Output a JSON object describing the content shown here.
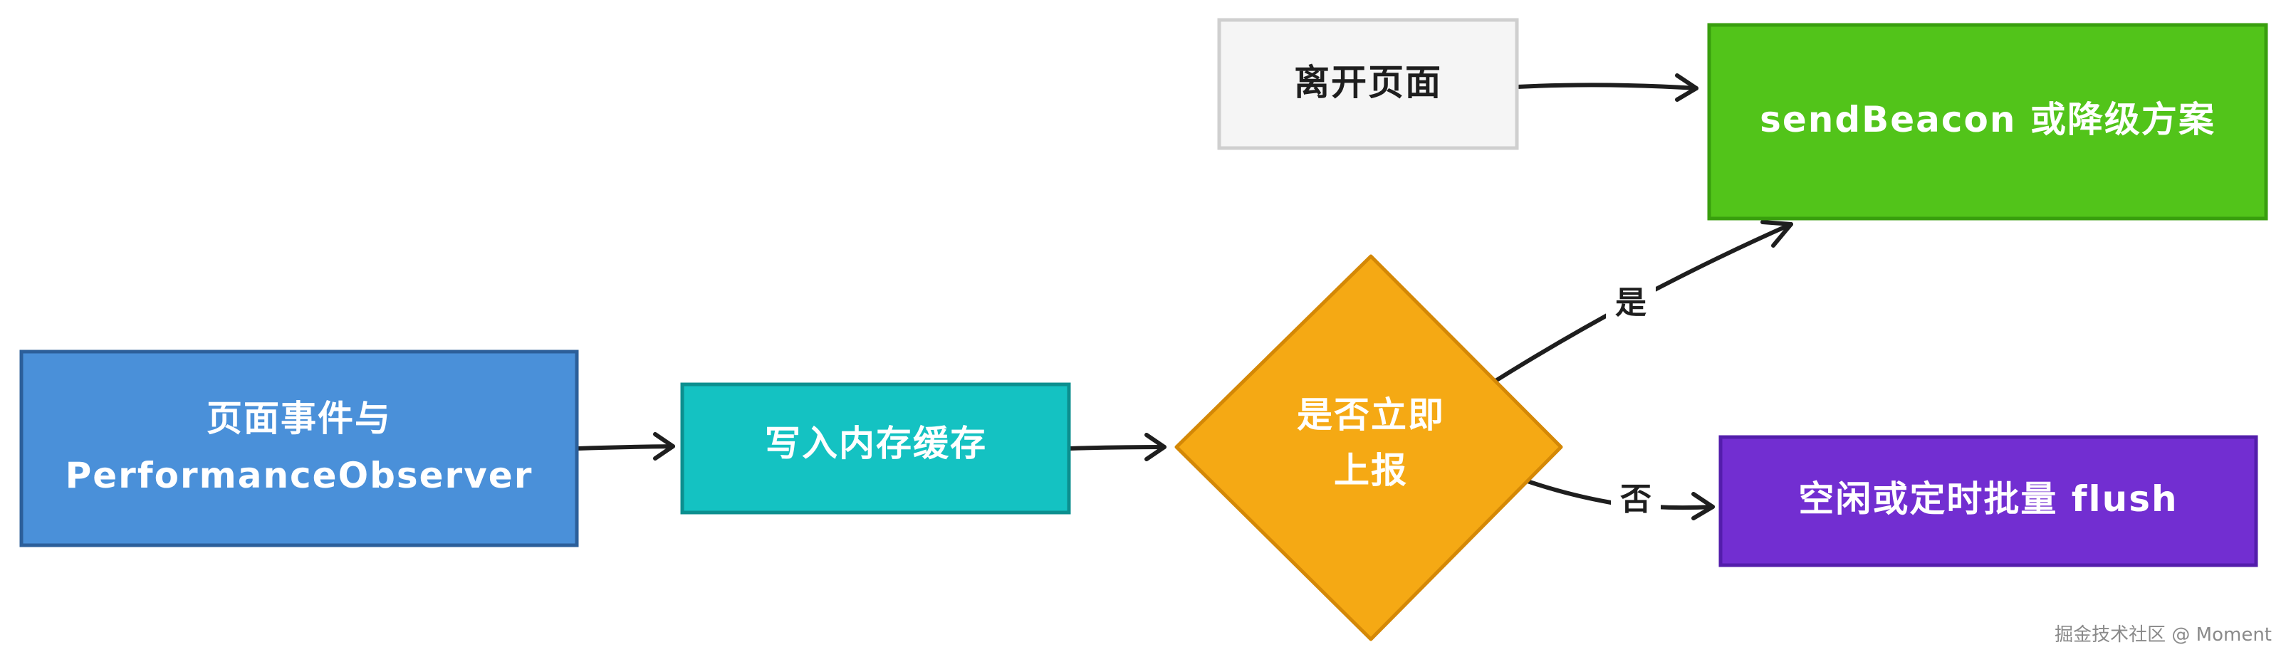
{
  "nodes": {
    "events": {
      "line1": "页面事件与",
      "line2": "PerformanceObserver",
      "fill": "#4a90d9",
      "text_color": "#ffffff"
    },
    "cache": {
      "label": "写入内存缓存",
      "fill": "#14c2c2",
      "text_color": "#ffffff"
    },
    "decision": {
      "line1": "是否立即",
      "line2": "上报",
      "fill": "#f5a914",
      "text_color": "#ffffff"
    },
    "leave": {
      "label": "离开页面",
      "fill": "#f5f5f5",
      "text_color": "#1e1e1e"
    },
    "beacon": {
      "label": "sendBeacon 或降级方案",
      "fill": "#52c41a",
      "text_color": "#ffffff"
    },
    "flush": {
      "label": "空闲或定时批量 flush",
      "fill": "#722ed1",
      "text_color": "#ffffff"
    }
  },
  "edges": {
    "yes_label": "是",
    "no_label": "否"
  },
  "watermark": "掘金技术社区 @ Moment"
}
